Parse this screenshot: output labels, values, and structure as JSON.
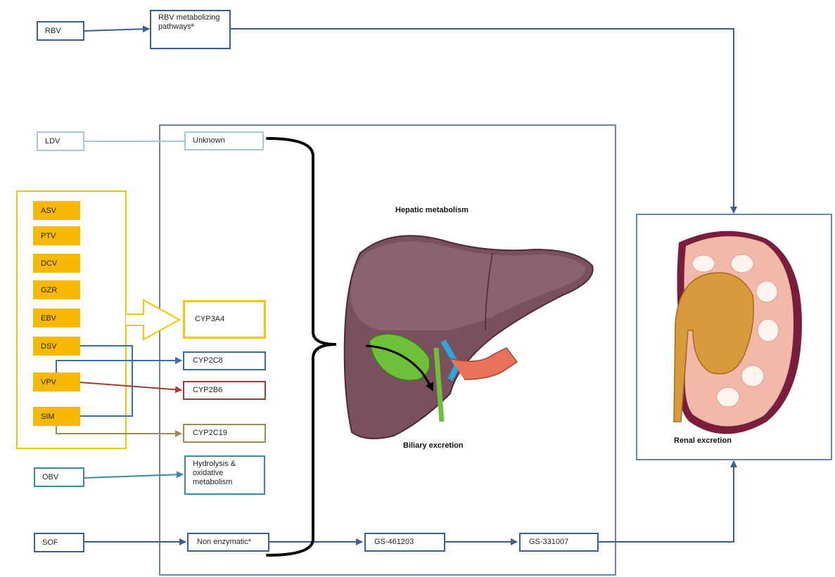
{
  "drugs": {
    "rbv": "RBV",
    "ldv": "LDV",
    "obv": "OBV",
    "sof": "SOF"
  },
  "cyp3a4_group": [
    "ASV",
    "PTV",
    "DCV",
    "GZR",
    "EBV",
    "DSV",
    "VPV",
    "SIM"
  ],
  "pathways": {
    "rbv_pathway": "RBV metabolizing pathwaysª",
    "unknown": "Unknown",
    "cyp3a4": "CYP3A4",
    "cyp2c8": "CYP2C8",
    "cyp2b6": "CYP2B6",
    "cyp2c19": "CYP2C19",
    "hydrolysis": "Hydrolysis & oxidative metabolism",
    "non_enzymatic": "Non enzymatic*",
    "gs461203": "GS-461203",
    "gs331007": "GS-331007"
  },
  "labels": {
    "hepatic": "Hepatic metabolism",
    "biliary": "Biliary excretion",
    "renal": "Renal excretion"
  },
  "colors": {
    "main_blue": "#3b5f8f",
    "light_blue": "#a9c4e0",
    "yellow": "#f6c600",
    "cyp2c8": "#3b6cab",
    "cyp2b6": "#a33a36",
    "cyp2c19": "#9a8c55",
    "teal": "#3a8a9a"
  }
}
